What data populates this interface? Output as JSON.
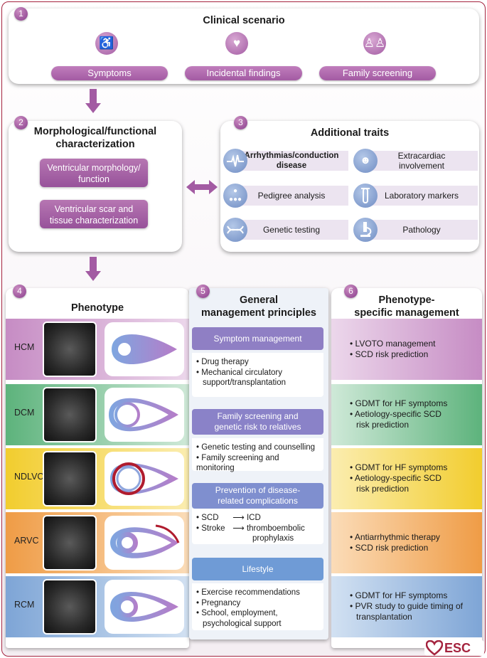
{
  "panel_numbers": [
    "1",
    "2",
    "3",
    "4",
    "5",
    "6"
  ],
  "panel1": {
    "title": "Clinical scenario",
    "items": [
      {
        "label": "Symptoms",
        "icon": "person-with-walker-icon"
      },
      {
        "label": "Incidental findings",
        "icon": "heart-icon"
      },
      {
        "label": "Family screening",
        "icon": "family-icon"
      }
    ]
  },
  "panel2": {
    "title_line1": "Morphological/functional",
    "title_line2": "characterization",
    "boxes": [
      {
        "line1": "Ventricular morphology/",
        "line2": "function"
      },
      {
        "line1": "Ventricular scar and",
        "line2": "tissue characterization"
      }
    ]
  },
  "panel3": {
    "title": "Additional traits",
    "traits": [
      {
        "line1": "Arrhythmias/conduction",
        "line2": "disease",
        "icon": "ecg-icon",
        "bold": true
      },
      {
        "line1": "Extracardiac",
        "line2": "involvement",
        "icon": "person-organ-icon",
        "bold": false
      },
      {
        "line1": "Pedigree analysis",
        "line2": "",
        "icon": "pedigree-icon",
        "bold": false
      },
      {
        "line1": "Laboratory markers",
        "line2": "",
        "icon": "test-tube-icon",
        "bold": false
      },
      {
        "line1": "Genetic testing",
        "line2": "",
        "icon": "dna-icon",
        "bold": false
      },
      {
        "line1": "Pathology",
        "line2": "",
        "icon": "microscope-icon",
        "bold": false
      }
    ]
  },
  "panel4": {
    "title": "Phenotype",
    "rows": [
      {
        "label": "HCM",
        "color": "#d9a6d6"
      },
      {
        "label": "DCM",
        "color": "#7ec89a"
      },
      {
        "label": "NDLVC",
        "color": "#f5d64e"
      },
      {
        "label": "ARVC",
        "color": "#f2b26e"
      },
      {
        "label": "RCM",
        "color": "#9bbde3"
      }
    ]
  },
  "panel5": {
    "title_line1": "General",
    "title_line2": "management principles",
    "sections": [
      {
        "head_line1": "Symptom management",
        "head_line2": "",
        "color": "#8f7fc4",
        "bullets": [
          "Drug therapy",
          "Mechanical circulatory",
          "support/transplantation"
        ]
      },
      {
        "head_line1": "Family screening and",
        "head_line2": "genetic risk to relatives",
        "color": "#8a82c8",
        "bullets": [
          "Genetic testing and counselling",
          "Family screening and monitoring"
        ]
      },
      {
        "head_line1": "Prevention of disease-",
        "head_line2": "related complications",
        "color": "#7f8fcf",
        "rows": [
          {
            "left": "SCD",
            "right": "ICD"
          },
          {
            "left": "Stroke",
            "right": "thromboembolic"
          },
          {
            "left": "",
            "right": "prophylaxis"
          }
        ]
      },
      {
        "head_line1": "Lifestyle",
        "head_line2": "",
        "color": "#6f9bd6",
        "bullets": [
          "Exercise recommendations",
          "Pregnancy",
          "School, employment,",
          "psychological support"
        ]
      }
    ]
  },
  "panel6": {
    "title_line1": "Phenotype-",
    "title_line2": "specific management",
    "rows": [
      {
        "lines": [
          "LVOTO management",
          "SCD risk prediction"
        ],
        "color": "#d4a0d1"
      },
      {
        "lines": [
          "GDMT for HF symptoms",
          "Aetiology-specific SCD",
          "risk prediction"
        ],
        "color": "#7ec89a"
      },
      {
        "lines": [
          "GDMT for HF symptoms",
          "Aetiology-specific SCD",
          "risk prediction"
        ],
        "color": "#f5d64e"
      },
      {
        "lines": [
          "Antiarrhythmic therapy",
          "SCD risk prediction"
        ],
        "color": "#f2b26e"
      },
      {
        "lines": [
          "GDMT for HF symptoms",
          "PVR study to guide timing of",
          "transplantation"
        ],
        "color": "#9bbde3"
      }
    ]
  },
  "logo": {
    "text": "ESC",
    "color": "#a4233e"
  }
}
